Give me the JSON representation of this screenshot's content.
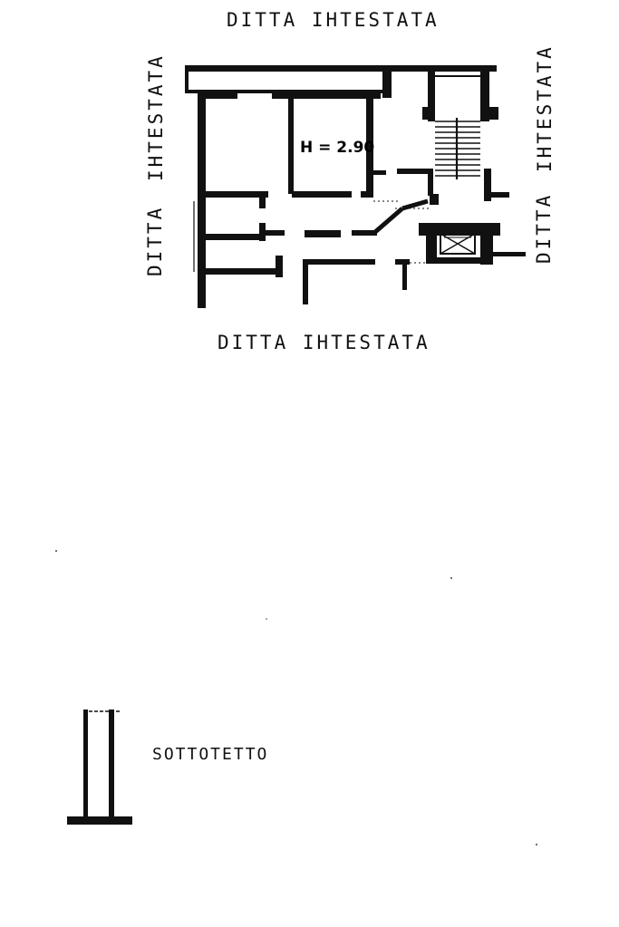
{
  "labels": {
    "top": "DITTA  IHTESTATA",
    "left_a": "IHTESTATA",
    "left_b": "DITTA",
    "right_a": "IHTESTATA",
    "right_b": "DITTA",
    "bottom": "DITTA  IHTESTATA",
    "room_height": "H = 2.90",
    "attic": "SOTTOTETTO"
  }
}
